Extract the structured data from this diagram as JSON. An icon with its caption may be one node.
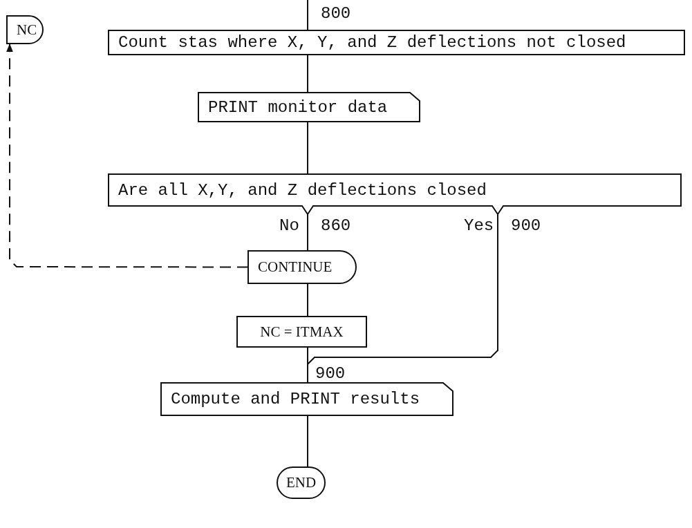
{
  "diagram": {
    "nodes": [
      {
        "text": [
          "NC"
        ]
      },
      {
        "text": [
          "Count stas where X, Y, and Z deflections not closed"
        ]
      },
      {
        "text": [
          "PRINT monitor data"
        ]
      },
      {
        "text": [
          "Are all X,Y, and Z deflections closed"
        ]
      },
      {
        "text": [
          "CONTINUE"
        ]
      },
      {
        "text": [
          "NC = ITMAX"
        ]
      },
      {
        "text": [
          "Compute and PRINT results"
        ]
      },
      {
        "text": [
          "END"
        ]
      }
    ],
    "edges": [
      {
        "from": null,
        "to": 1,
        "arrow": "none"
      },
      {
        "from": 1,
        "to": 2,
        "arrow": "none"
      },
      {
        "from": 2,
        "to": 3,
        "arrow": "none"
      },
      {
        "from": 3,
        "to": 4,
        "arrow": "none",
        "label": "No"
      },
      {
        "from": 4,
        "to": 0,
        "arrow": "to",
        "style": "dashed"
      },
      {
        "from": 4,
        "to": 5,
        "arrow": "none"
      },
      {
        "from": 5,
        "to": 6,
        "arrow": "none"
      },
      {
        "from": 3,
        "to": 6,
        "arrow": "none",
        "label": "Yes"
      },
      {
        "from": 6,
        "to": 7,
        "arrow": "none"
      }
    ],
    "labels": [
      "800",
      "860",
      "900",
      "900"
    ]
  }
}
